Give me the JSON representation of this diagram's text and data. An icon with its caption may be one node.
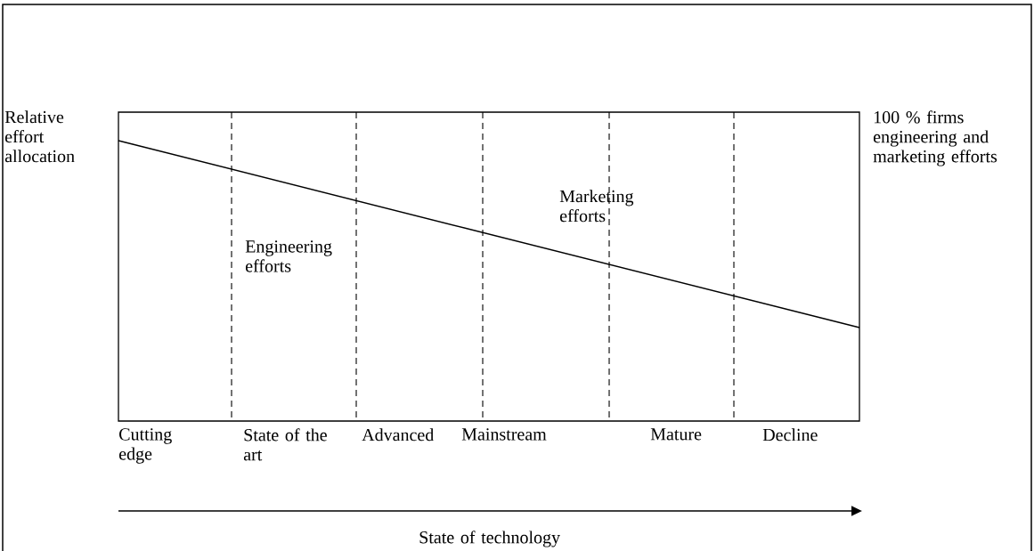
{
  "diagram": {
    "labels": [
      "Relative effort allocation",
      "100 % firms engineering and marketing efforts",
      "Marketing efforts",
      "Engineering efforts",
      "Cutting edge",
      "State of the art",
      "Advanced",
      "Mainstream",
      "Mature",
      "Decline",
      "State of technology"
    ]
  }
}
